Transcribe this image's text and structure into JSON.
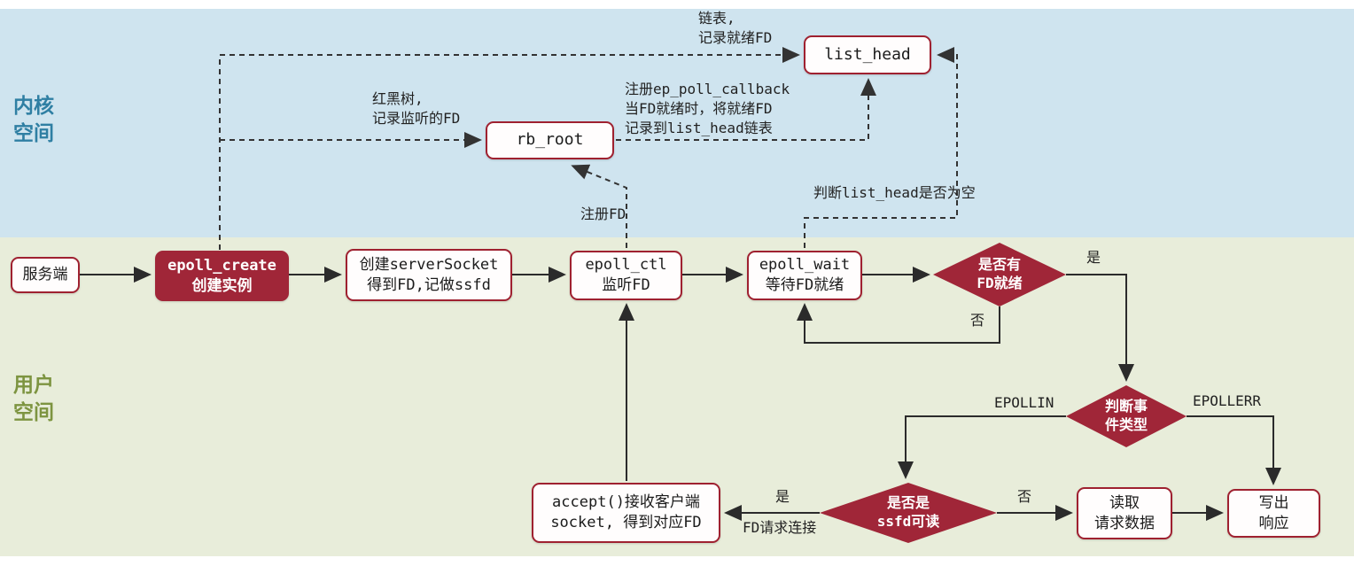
{
  "regions": {
    "kernel": {
      "label_line1": "内核",
      "label_line2": "空间"
    },
    "user": {
      "label_line1": "用户",
      "label_line2": "空间"
    }
  },
  "nodes": {
    "server": {
      "label": "服务端"
    },
    "epoll_create": {
      "line1": "epoll_create",
      "line2": "创建实例"
    },
    "create_socket": {
      "line1": "创建serverSocket",
      "line2": "得到FD,记做ssfd"
    },
    "epoll_ctl": {
      "line1": "epoll_ctl",
      "line2": "监听FD"
    },
    "epoll_wait": {
      "line1": "epoll_wait",
      "line2": "等待FD就绪"
    },
    "rb_root": {
      "label": "rb_root"
    },
    "list_head": {
      "label": "list_head"
    },
    "accept": {
      "line1": "accept()接收客户端",
      "line2": "socket, 得到对应FD"
    },
    "read_data": {
      "line1": "读取",
      "line2": "请求数据"
    },
    "write_resp": {
      "line1": "写出",
      "line2": "响应"
    },
    "fd_ready": {
      "line1": "是否有",
      "line2": "FD就绪"
    },
    "event_type": {
      "line1": "判断事",
      "line2": "件类型"
    },
    "ssfd_readable": {
      "line1": "是否是",
      "line2": "ssfd可读"
    }
  },
  "annotations": {
    "list_note_1": "链表,",
    "list_note_2": "记录就绪FD",
    "rb_note_1": "红黑树,",
    "rb_note_2": "记录监听的FD",
    "callback_note_1": "注册ep_poll_callback",
    "callback_note_2": "当FD就绪时，将就绪FD",
    "callback_note_3": "记录到list_head链表",
    "check_list": "判断list_head是否为空",
    "register_fd": "注册FD",
    "yes_fd": "是",
    "no_fd": "否",
    "epollin": "EPOLLIN",
    "epollerr": "EPOLLERR",
    "yes_ssfd": "是",
    "fd_connect": "FD请求连接",
    "no_ssfd": "否"
  },
  "colors": {
    "kernel_bg": "#cfe4ef",
    "user_bg": "#e8edda",
    "accent_red": "#a02638",
    "box_border": "#9f2130",
    "kernel_label": "#2f7fa3",
    "user_label": "#7d9440",
    "arrow": "#2b2b2b"
  }
}
